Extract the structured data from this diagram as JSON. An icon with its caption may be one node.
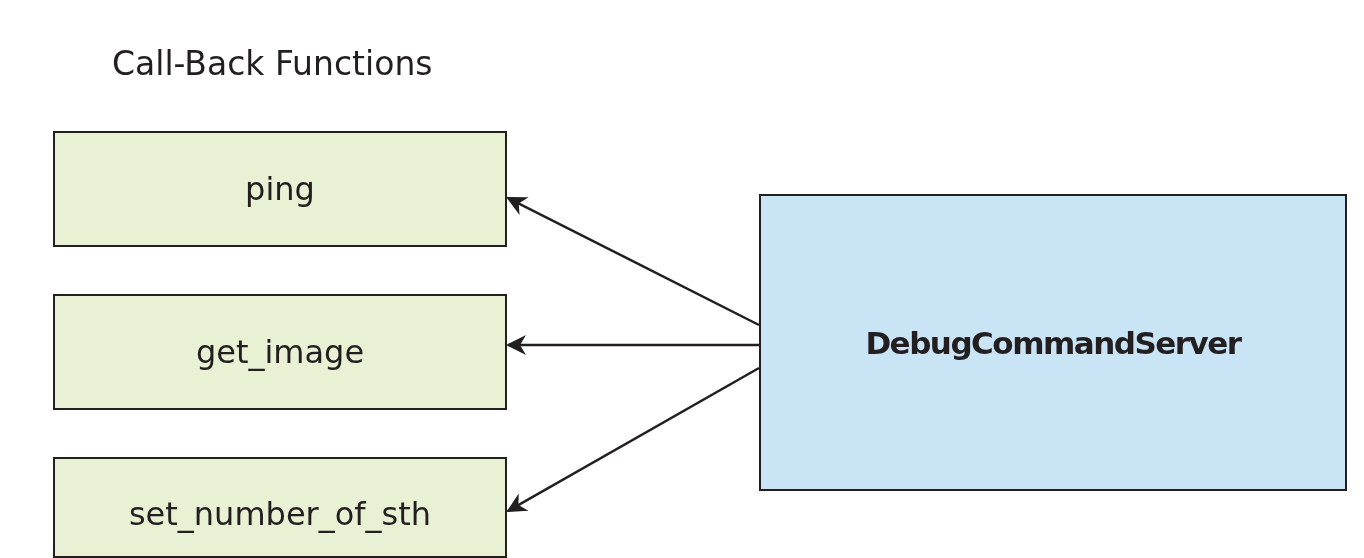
{
  "diagram": {
    "title": "Call-Back Functions",
    "nodes": [
      {
        "text": [
          "ping"
        ]
      },
      {
        "text": [
          "get_image"
        ]
      },
      {
        "text": [
          "set_number_of_sth"
        ]
      },
      {
        "text": [
          "DebugCommandServer"
        ]
      }
    ],
    "edges": [
      {
        "from": 3,
        "to": 0,
        "arrow": "to"
      },
      {
        "from": 3,
        "to": 1,
        "arrow": "to"
      },
      {
        "from": 3,
        "to": 2,
        "arrow": "to"
      }
    ]
  }
}
